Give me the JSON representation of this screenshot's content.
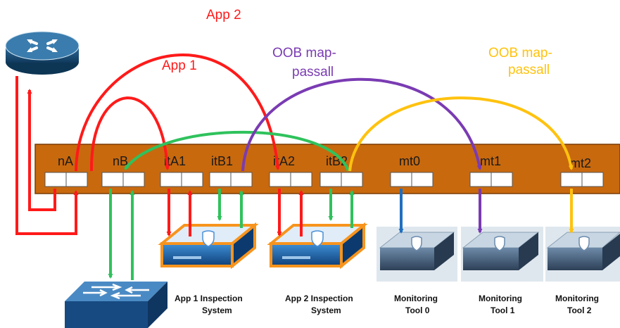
{
  "colors": {
    "panel": "#c8690e",
    "panel_edge": "#7a3b05",
    "app": "#ff1a1a",
    "green": "#2fc25c",
    "purple": "#7a3bb3",
    "yellow": "#ffc20e",
    "blue": "#1f6fc0"
  },
  "ports": {
    "nA": "nA",
    "nB": "nB",
    "itA1": "itA1",
    "itB1": "itB1",
    "itA2": "itA2",
    "itB2": "itB2",
    "mt0": "mt0",
    "mt1": "mt1",
    "mt2": "mt2"
  },
  "annotations": {
    "app2": "App 2",
    "app1": "App 1",
    "oob1_line1": "OOB map-",
    "oob1_line2": "passall",
    "oob2_line1": "OOB map-",
    "oob2_line2": "passall"
  },
  "devices": {
    "router_icon": "router-icon",
    "switch_icon": "switch-icon",
    "app1_line1": "App 1 Inspection",
    "app1_line2": "System",
    "app2_line1": "App 2 Inspection",
    "app2_line2": "System",
    "mt0_line1": "Monitoring",
    "mt0_line2": "Tool 0",
    "mt1_line1": "Monitoring",
    "mt1_line2": "Tool 1",
    "mt2_line1": "Monitoring",
    "mt2_line2": "Tool 2"
  }
}
